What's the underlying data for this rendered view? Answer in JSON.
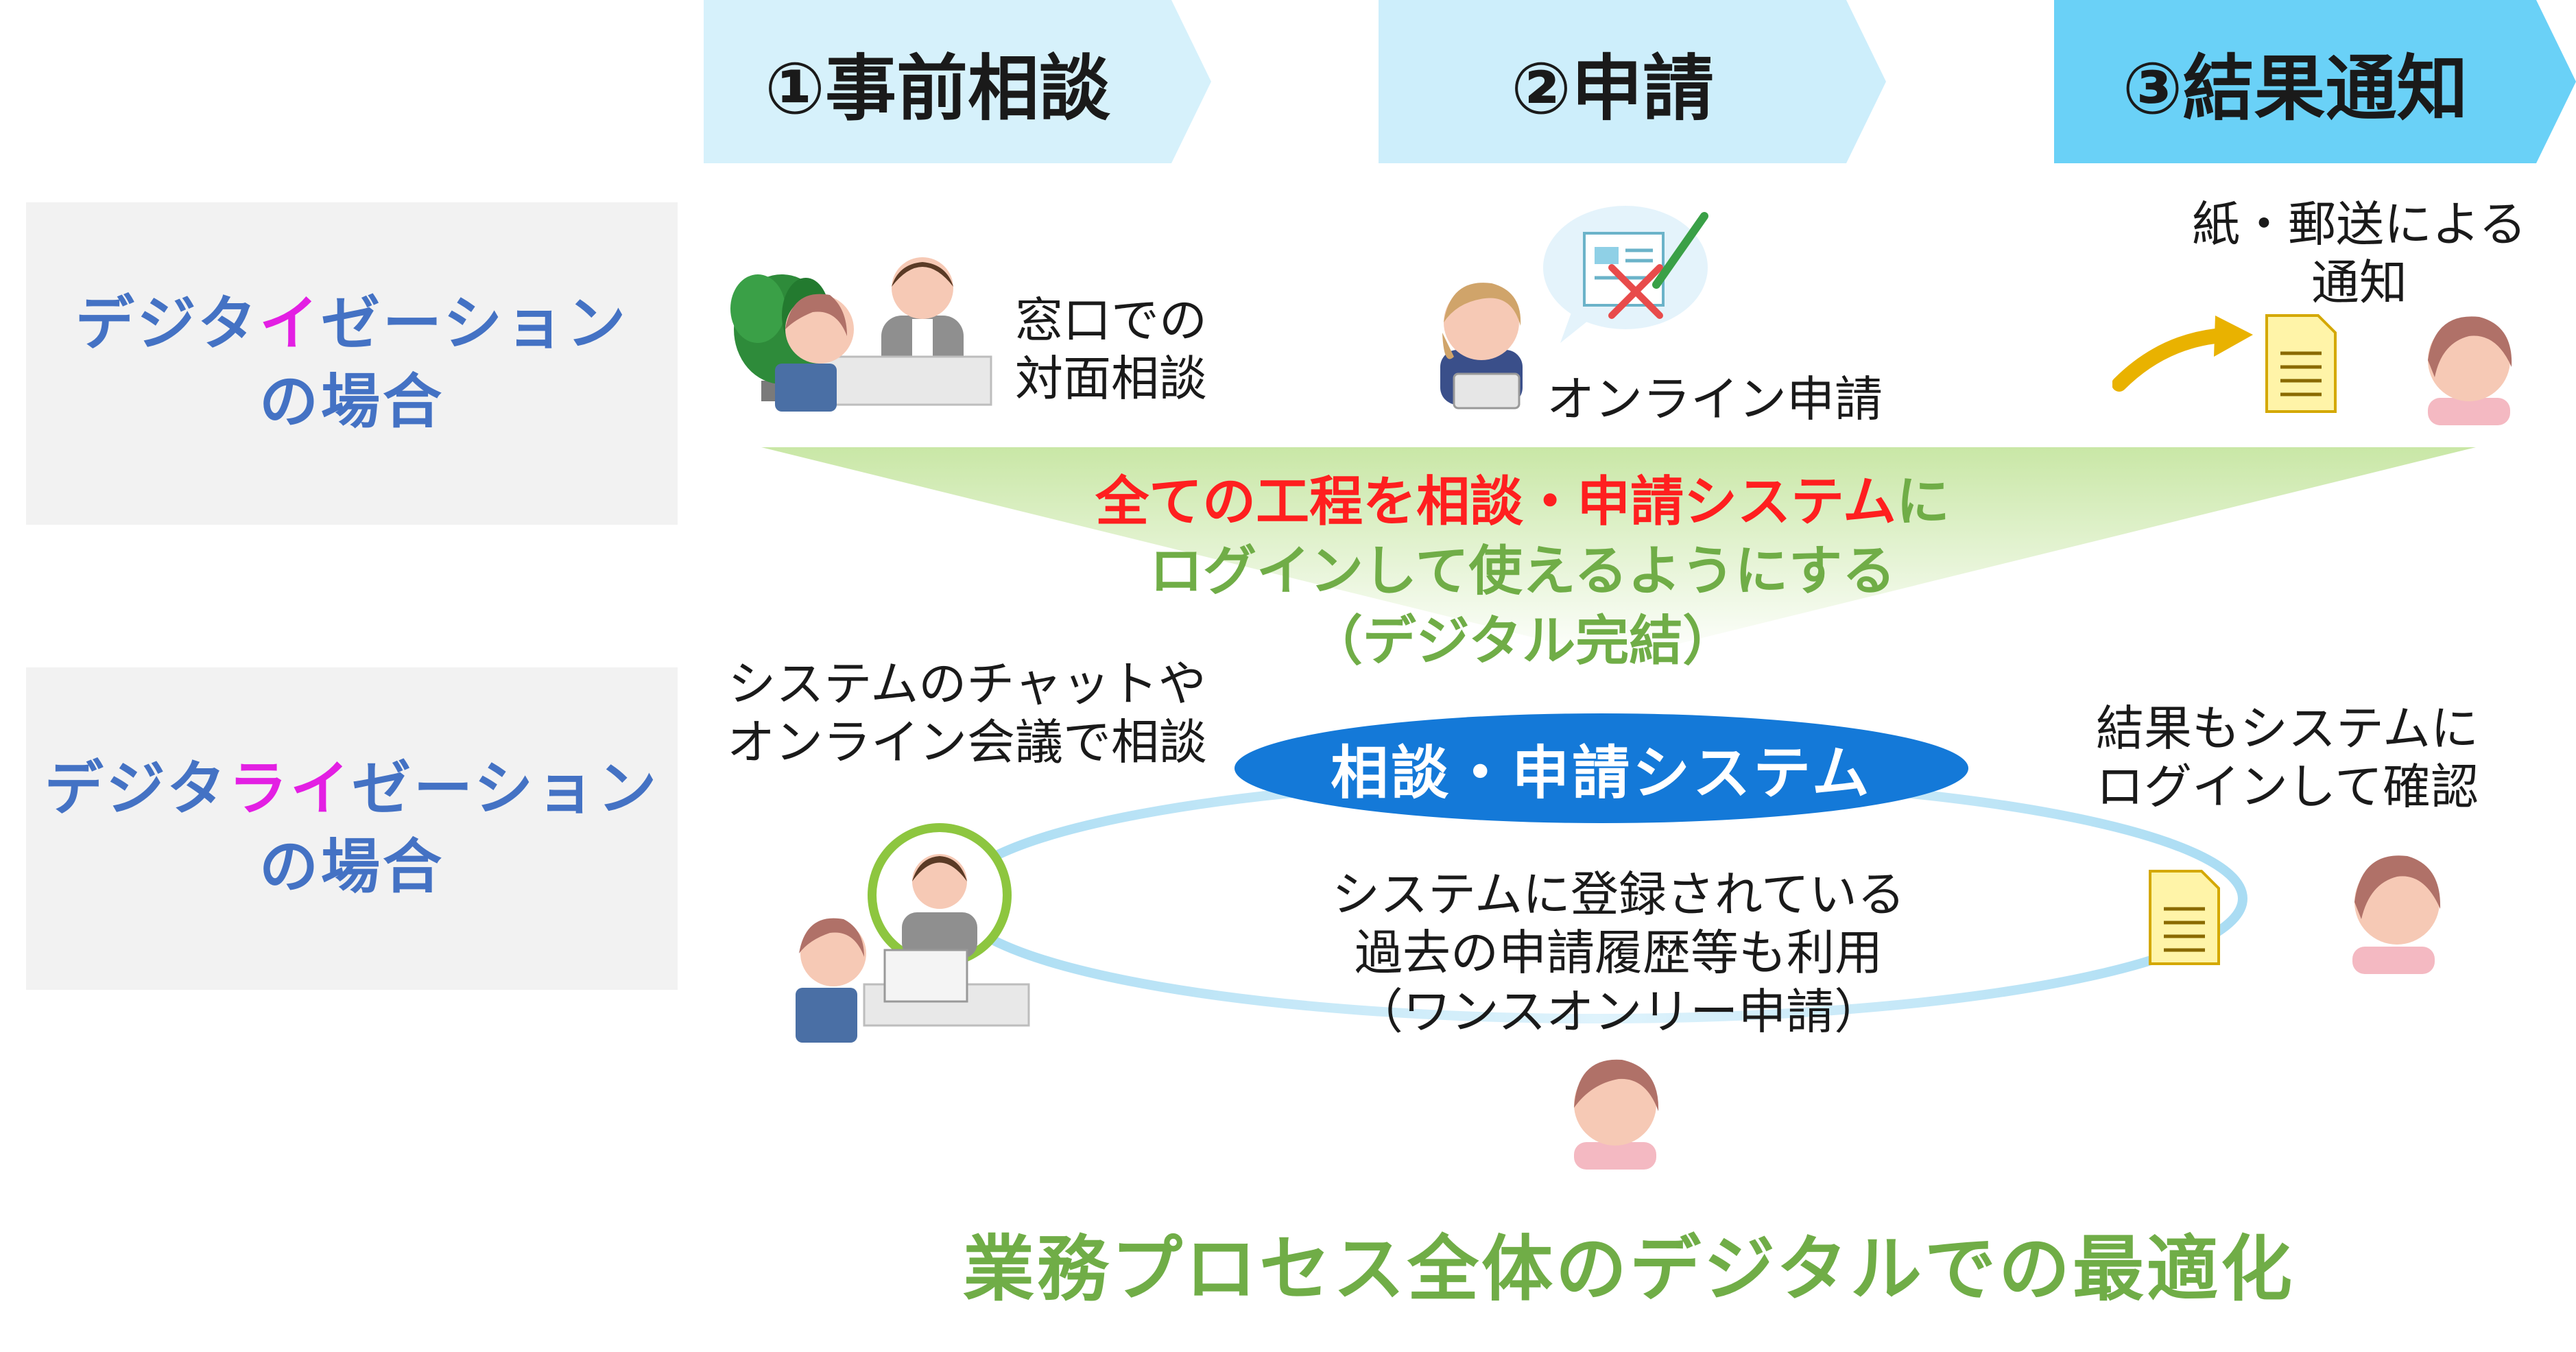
{
  "steps": [
    {
      "label": "①事前相談",
      "color": "#d6f1fb"
    },
    {
      "label": "②申請",
      "color": "#cdeefb"
    },
    {
      "label": "③結果通知",
      "color": "#6ad1f7"
    }
  ],
  "rows": {
    "digitization": {
      "pre": "デジタ",
      "hl": "イ",
      "post": "ゼーション",
      "line2": "の場合"
    },
    "digitalization": {
      "pre": "デジタ",
      "hl": "ライ",
      "post": "ゼーション",
      "line2": "の場合"
    }
  },
  "top_captions": {
    "counter": [
      "窓口での",
      "対面相談"
    ],
    "online": "オンライン申請",
    "mail": [
      "紙・郵送による",
      "通知"
    ]
  },
  "funnel": {
    "line1_red": "全ての工程を相談・申請システム",
    "line1_green": "に",
    "line2": "ログインして使えるようにする",
    "line3": "（デジタル完結）"
  },
  "system_label": "相談・申請システム",
  "bottom_captions": {
    "chat": [
      "システムのチャットや",
      "オンライン会議で相談"
    ],
    "result": [
      "結果もシステムに",
      "ログインして確認"
    ],
    "once": [
      "システムに登録されている",
      "過去の申請履歴等も利用",
      "（ワンスオンリー申請）"
    ]
  },
  "footer": "業務プロセス全体のデジタルでの最適化",
  "colors": {
    "label_blue": "#4472c4",
    "highlight_magenta": "#e31fe3",
    "green": "#70ad47",
    "red": "#ff1f1f",
    "system_blue": "#1479d8",
    "person_skin": "#f6c9b5",
    "person_hair": "#b07168"
  }
}
